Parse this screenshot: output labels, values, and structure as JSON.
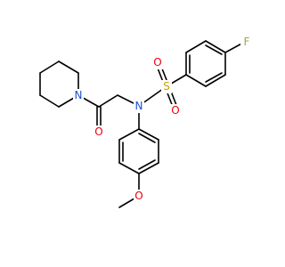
{
  "molecule": {
    "atoms": {
      "fluorine": {
        "symbol": "F"
      },
      "sulfur": {
        "symbol": "S"
      },
      "sulfonyl_oxygen_top": {
        "symbol": "O"
      },
      "sulfonyl_oxygen_bottom": {
        "symbol": "O"
      },
      "sulfonamide_nitrogen": {
        "symbol": "N"
      },
      "piperidine_nitrogen": {
        "symbol": "N"
      },
      "carbonyl_oxygen": {
        "symbol": "O"
      },
      "methoxy_oxygen": {
        "symbol": "O"
      }
    },
    "colors": {
      "bond": "#000000",
      "fluorine": "#8db04a",
      "sulfur": "#c8a000",
      "oxygen": "#e8000c",
      "nitrogen": "#1a4fd6",
      "background": "#ffffff"
    }
  }
}
